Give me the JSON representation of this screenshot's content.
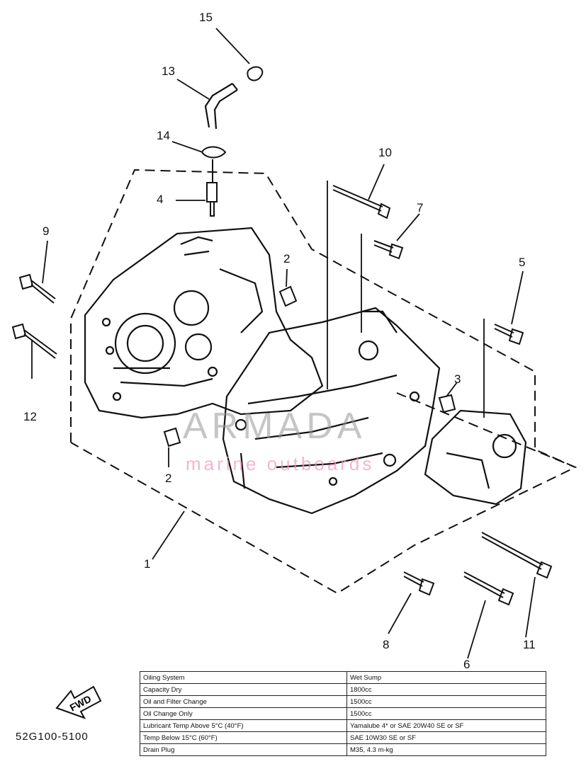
{
  "parts": [
    {
      "label": "15"
    },
    {
      "label": "13"
    },
    {
      "label": "14"
    },
    {
      "label": "4"
    },
    {
      "label": "10"
    },
    {
      "label": "7"
    },
    {
      "label": "9"
    },
    {
      "label": "2"
    },
    {
      "label": "5"
    },
    {
      "label": "12"
    },
    {
      "label": "3"
    },
    {
      "label": "2"
    },
    {
      "label": "1"
    },
    {
      "label": "8"
    },
    {
      "label": "11"
    },
    {
      "label": "6"
    }
  ],
  "watermark": {
    "brand": "ARMADA",
    "tagline": "marine outboards"
  },
  "fwd_label": "FWD",
  "drawing_code": "52G100-5100",
  "spec_table": [
    {
      "label": "Oiling System",
      "value": "Wet Sump",
      "indent": 0
    },
    {
      "label": "Capacity  Dry",
      "value": "1800cc",
      "indent": 1
    },
    {
      "label": "Oil and Filter Change",
      "value": "1500cc",
      "indent": 2
    },
    {
      "label": "Oil Change Only",
      "value": "1500cc",
      "indent": 2
    },
    {
      "label": "Lubricant  Temp Above 5°C (40°F)",
      "value": "Yamalube 4* or SAE 20W40 SE or SF",
      "indent": 0
    },
    {
      "label": "Temp Below 15°C (60°F)",
      "value": "SAE 10W30 SE or SF",
      "indent": 3
    },
    {
      "label": "Drain Plug",
      "value": "M35, 4.3 m-kg",
      "indent": 0
    }
  ]
}
